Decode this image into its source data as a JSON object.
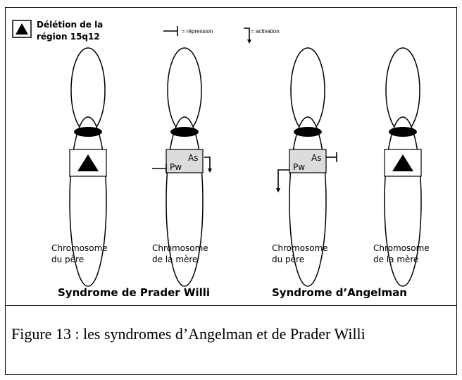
{
  "legend": {
    "deletion_line1": "Délétion de la",
    "deletion_line2": "région 15q12",
    "repression": "= répression",
    "activation": "= activation"
  },
  "chromosomes": [
    {
      "line1": "Chromosome",
      "line2": "du père",
      "content": "deletion"
    },
    {
      "line1": "Chromosome",
      "line2": "de la mère",
      "content": "imprint"
    },
    {
      "line1": "Chromosome",
      "line2": "du père",
      "content": "imprint"
    },
    {
      "line1": "Chromosome",
      "line2": "de la mère",
      "content": "deletion"
    }
  ],
  "gene_labels": {
    "as": "As",
    "pw": "Pw"
  },
  "syndromes": {
    "prader_willi": "Syndrome de Prader Willi",
    "angelman": "Syndrome d’Angelman"
  },
  "caption": "Figure 13 : les syndromes d’Angelman et de Prader Willi",
  "colors": {
    "region_fill": "#dcdcdc",
    "stroke": "#000000"
  }
}
